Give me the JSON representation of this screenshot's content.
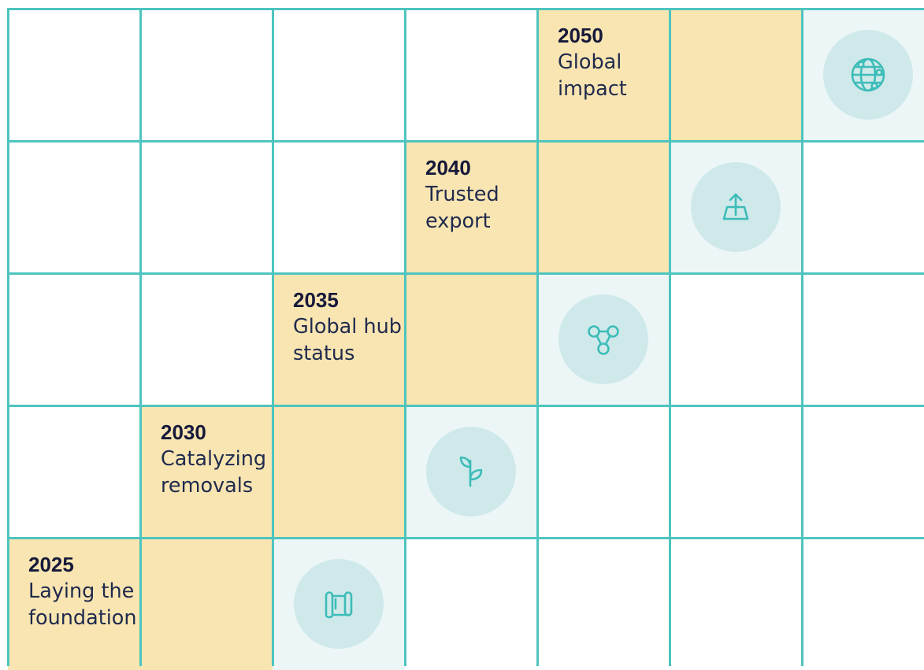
{
  "roadmap": {
    "milestones": [
      {
        "year": "2050",
        "label_line1": "Global",
        "label_line2": "impact",
        "icon": "globe-network-icon"
      },
      {
        "year": "2040",
        "label_line1": "Trusted",
        "label_line2": "export",
        "icon": "upload-tray-icon"
      },
      {
        "year": "2035",
        "label_line1": "Global hub",
        "label_line2": "status",
        "icon": "hub-nodes-icon"
      },
      {
        "year": "2030",
        "label_line1": "Catalyzing",
        "label_line2": "removals",
        "icon": "sprout-icon"
      },
      {
        "year": "2025",
        "label_line1": "Laying the",
        "label_line2": "foundation",
        "icon": "map-icon"
      }
    ]
  },
  "colors": {
    "grid_line": "#4ec4bf",
    "milestone_fill": "#f9e5b1",
    "icon_cell_fill": "#ecf6f7",
    "icon_circle_fill": "#cfe9ea",
    "icon_stroke": "#3cbcb8",
    "year_text": "#16193a",
    "label_text": "#1f2a4d"
  }
}
